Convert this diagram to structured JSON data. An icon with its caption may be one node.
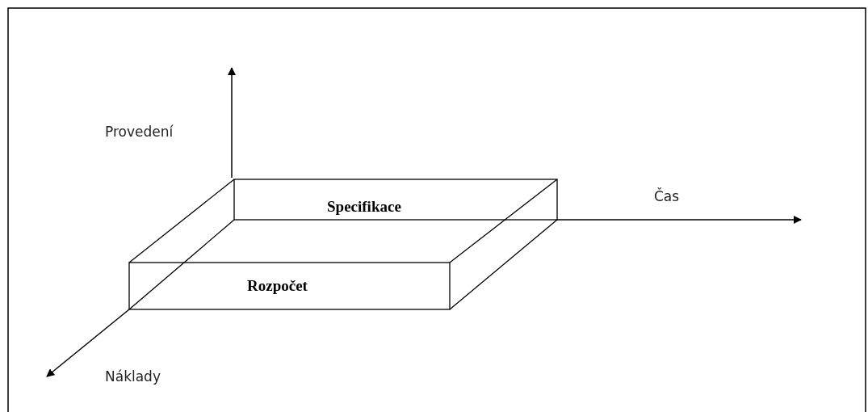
{
  "diagram": {
    "labels": [
      "Provedení",
      "Specifikace",
      "Čas",
      "Rozpočet",
      "Náklady"
    ]
  }
}
